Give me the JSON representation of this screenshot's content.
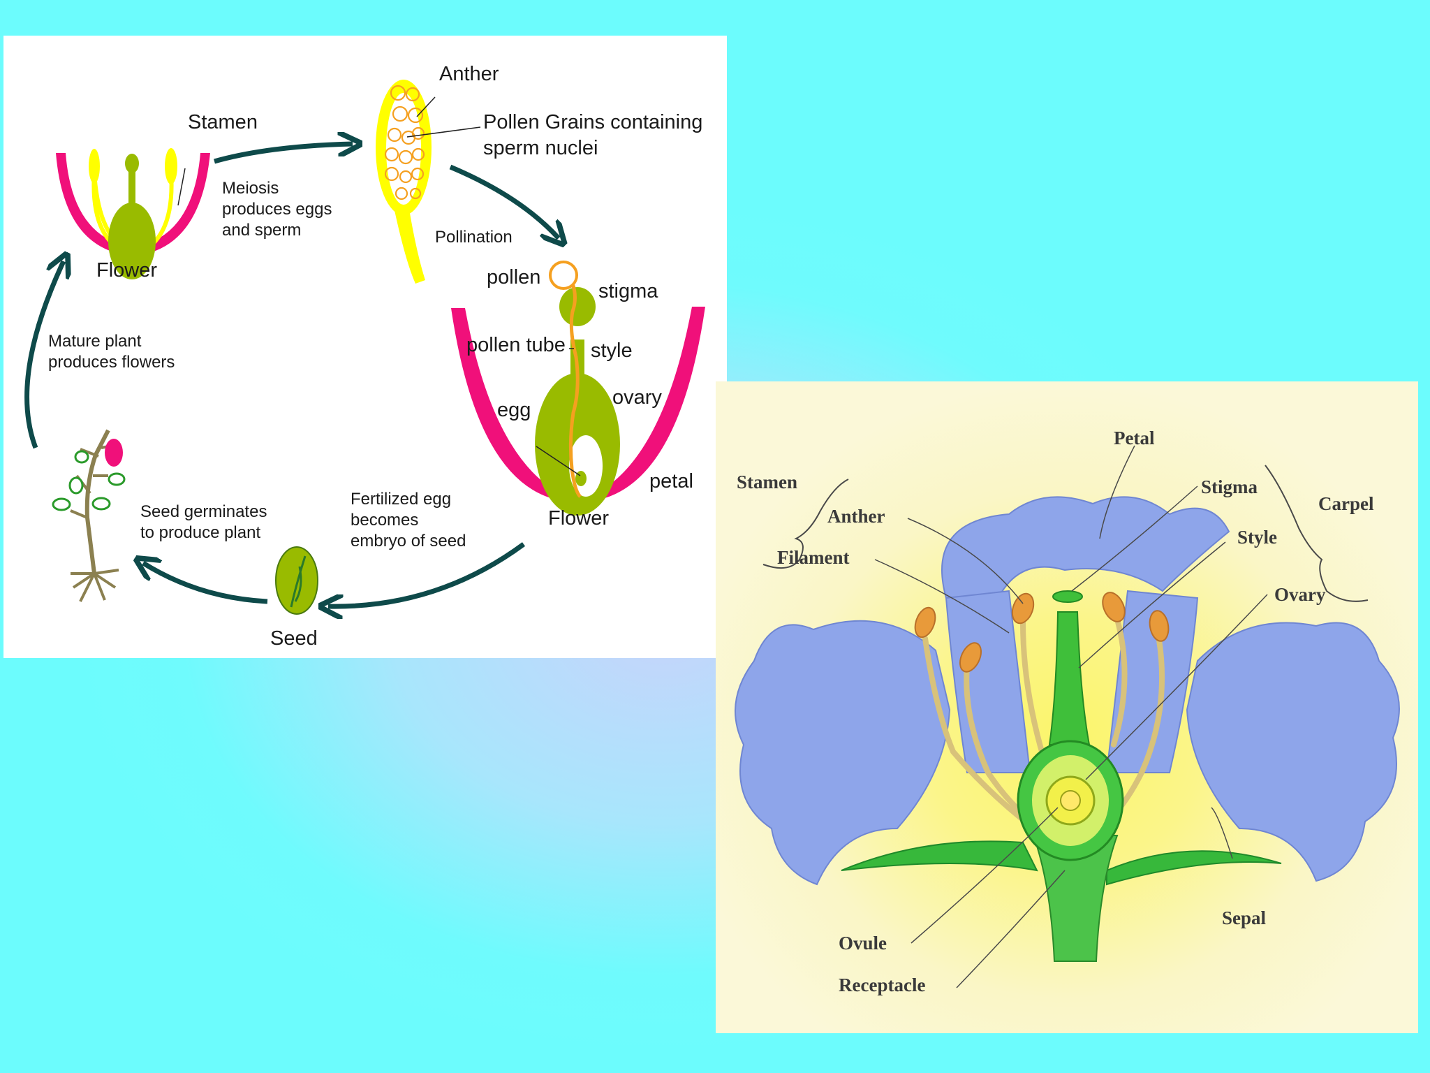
{
  "life_cycle": {
    "labels": {
      "stamen": "Stamen",
      "anther": "Anther",
      "pollen_grains_1": "Pollen Grains containing",
      "pollen_grains_2": "sperm nuclei",
      "meiosis_1": "Meiosis",
      "meiosis_2": "produces eggs",
      "meiosis_3": "and sperm",
      "pollination": "Pollination",
      "flower_top": "Flower",
      "pollen": "pollen",
      "stigma": "stigma",
      "pollen_tube": "pollen tube",
      "style": "style",
      "ovary": "ovary",
      "egg": "egg",
      "petal": "petal",
      "flower_bottom": "Flower",
      "mature_1": "Mature plant",
      "mature_2": "produces flowers",
      "germ_1": "Seed germinates",
      "germ_2": "to produce plant",
      "fert_1": "Fertilized egg",
      "fert_2": "becomes",
      "fert_3": "embryo of seed",
      "seed": "Seed"
    }
  },
  "flower_anatomy": {
    "labels": {
      "petal": "Petal",
      "stamen": "Stamen",
      "stigma": "Stigma",
      "carpel": "Carpel",
      "anther": "Anther",
      "style": "Style",
      "filament": "Filament",
      "ovary": "Ovary",
      "sepal": "Sepal",
      "ovule": "Ovule",
      "receptacle": "Receptacle"
    }
  },
  "colors": {
    "background": "#6cfcfd",
    "petal_magenta": "#f0107a",
    "green": "#99bb00",
    "yellow": "#ffff00",
    "pollen_orange": "#f5a020",
    "arrow": "#0e4a4a",
    "petal_blue": "#8ea5ea"
  }
}
